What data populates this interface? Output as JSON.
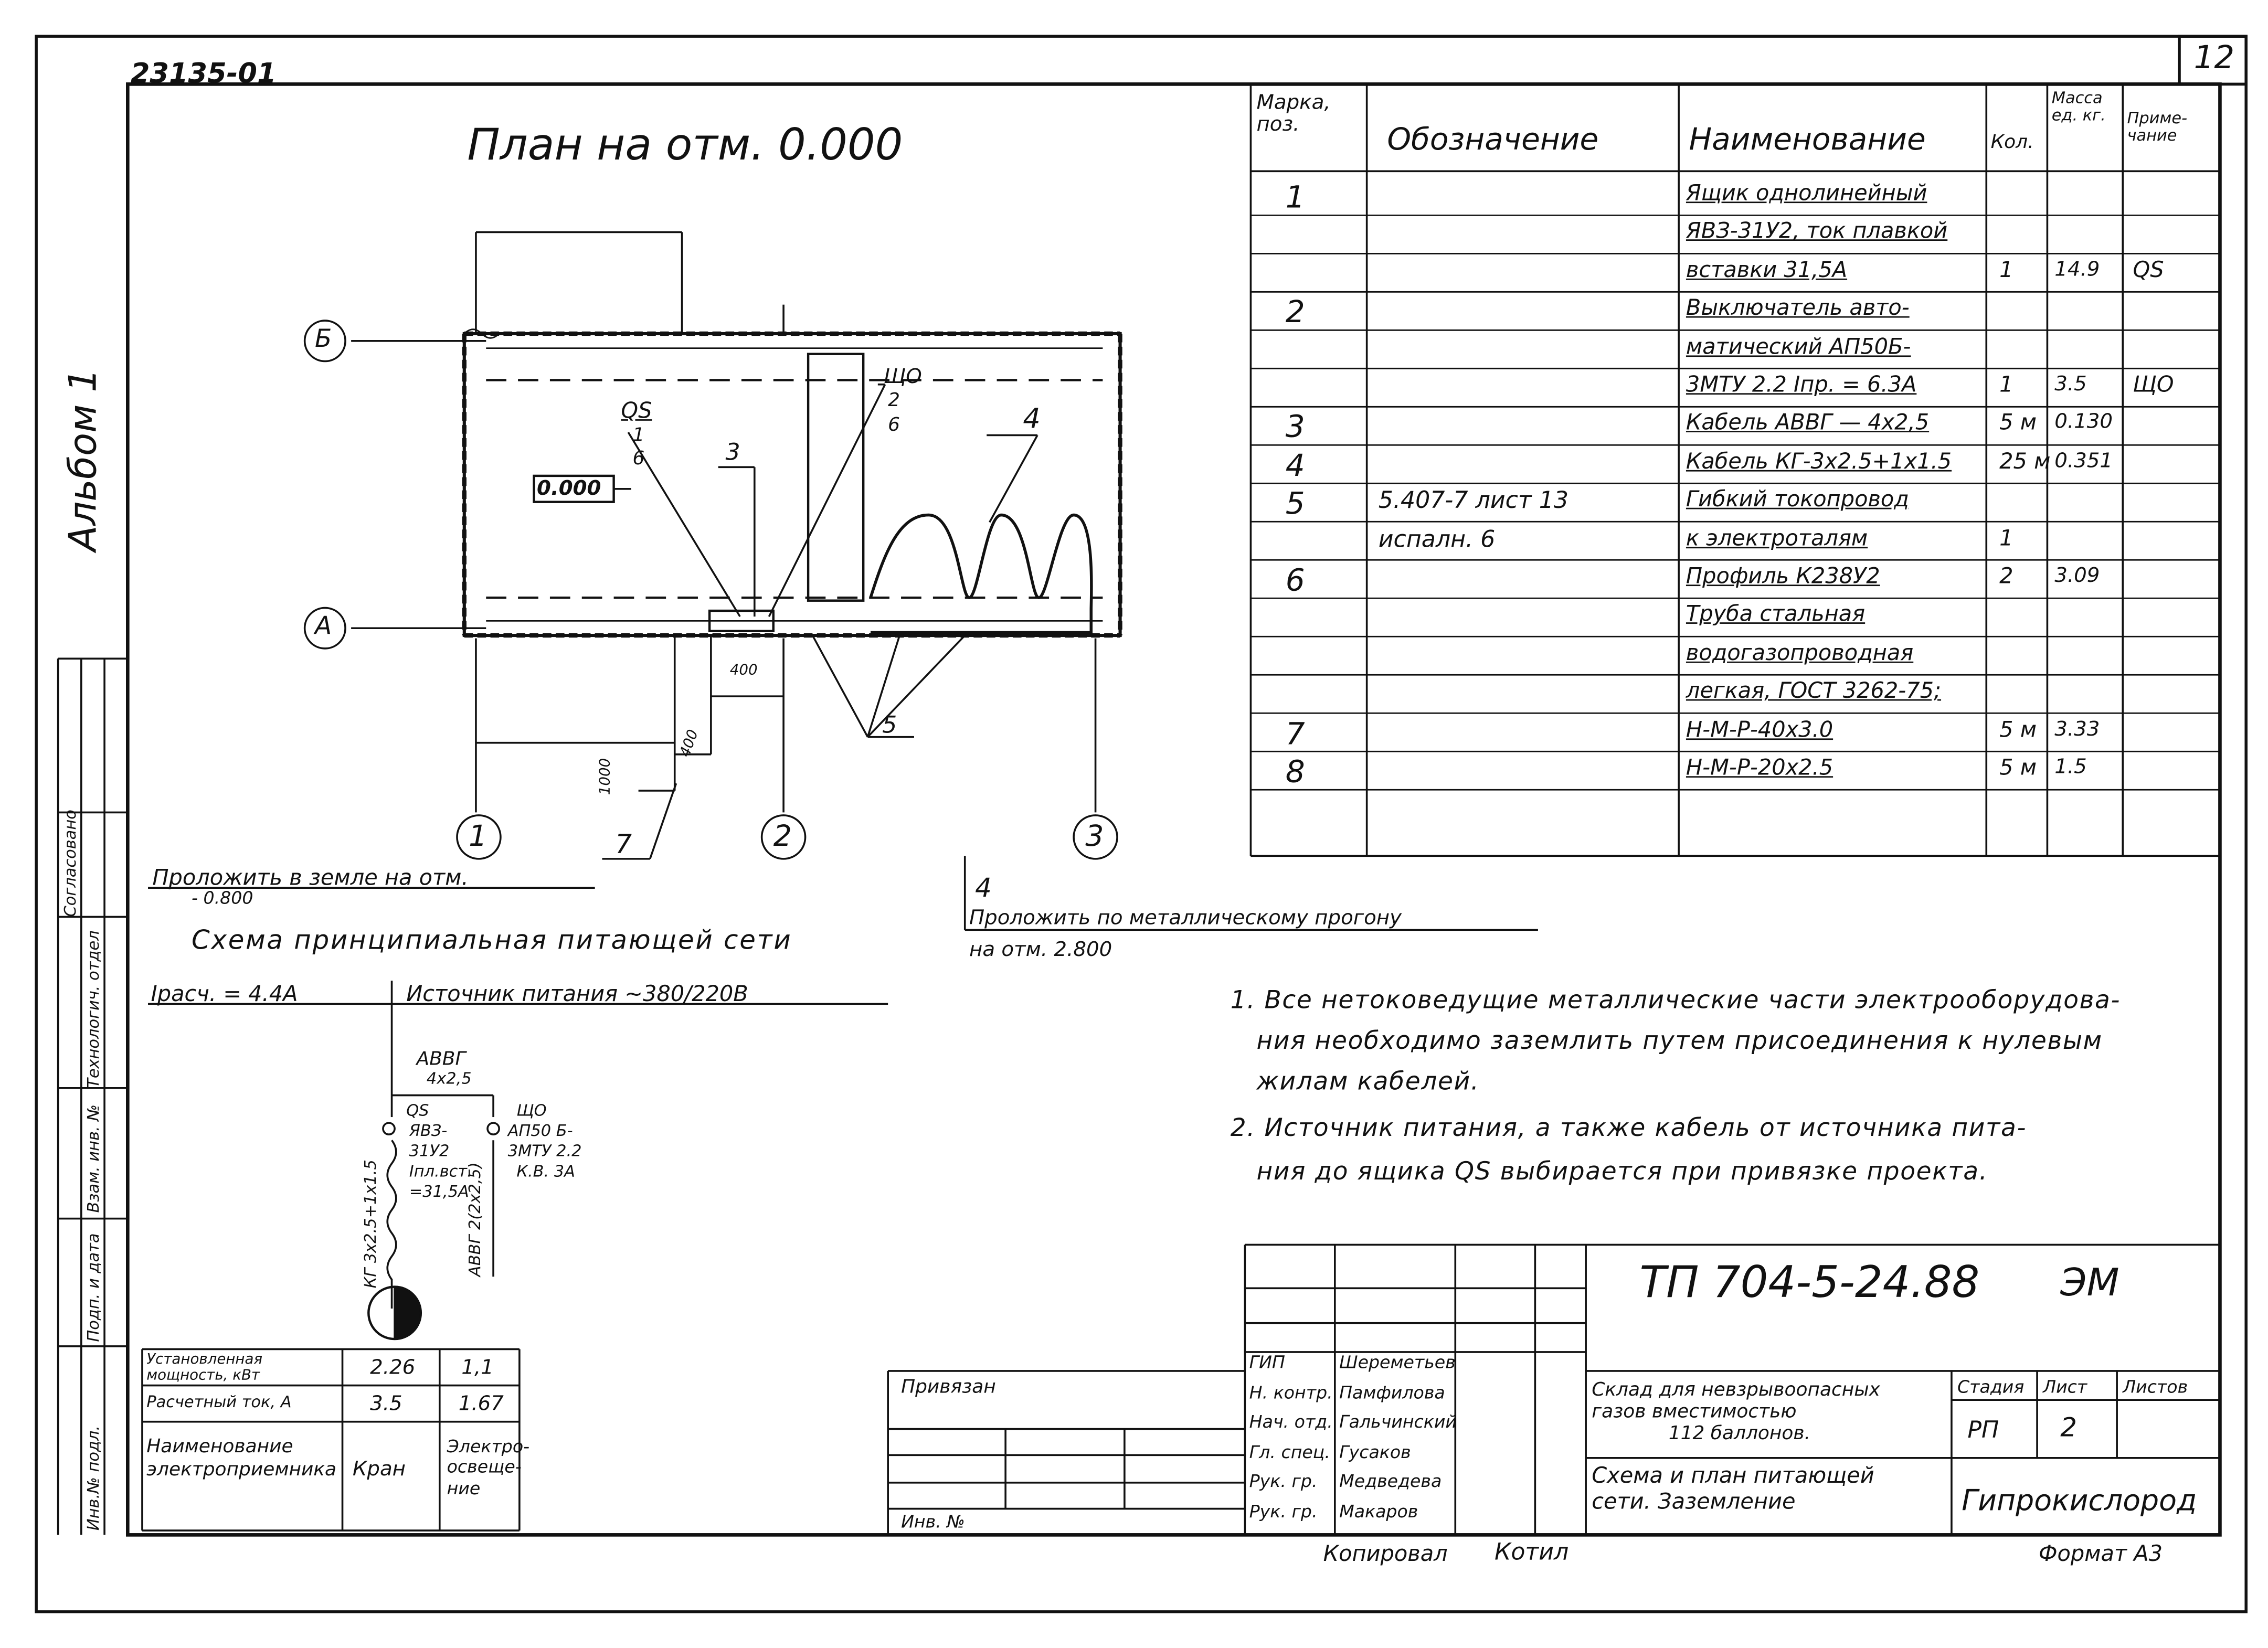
{
  "sheet": {
    "doc_id": "23135-01",
    "page_number": "12",
    "album_label": "Альбом 1",
    "format": "Формат А3",
    "copied_by": "Копировал",
    "copier_signature": "Котил"
  },
  "left_margin_labels": [
    "Согласовано",
    "Технологич. отдел",
    "Инв.№ подл.",
    "Подп. и дата",
    "Взам. инв. №"
  ],
  "plan": {
    "title": "План на отм. 0.000",
    "axes": [
      "Б",
      "А",
      "1",
      "2",
      "3"
    ],
    "elevation": "0.000",
    "callouts": {
      "qs": "QS",
      "qs_sub1": "1",
      "qs_sub2": "6",
      "item3": "3",
      "shch_label": "ЩО",
      "shch_sub1": "2",
      "shch_sub2": "6",
      "item4": "4",
      "item5": "5",
      "item7": "7",
      "dim_400a": "400",
      "dim_400b": "400",
      "dim_1000": "1000"
    },
    "note_ground": "Проложить в земле на отм.",
    "note_ground_elev": "- 0.800",
    "note_beam_num": "4",
    "note_beam": "Проложить по металлическому прогону",
    "note_beam_elev": "на отм. 2.800"
  },
  "schema": {
    "title": "Схема принципиальная питающей сети",
    "i_calc": "Iрасч. = 4.4А",
    "source": "Источник питания ~380/220В",
    "cable_top": "АВВГ",
    "cable_top_size": "4х2,5",
    "qs_block": [
      "QS",
      "ЯВЗ-",
      "31У2",
      "Iпл.вст.",
      "=31,5А"
    ],
    "shch_block": [
      "ЩО",
      "АП50 Б-",
      "3МТУ 2.2",
      "К.В. 3А"
    ],
    "cable_left": "КГ 3х2.5+1х1.5",
    "cable_right": "АВВГ 2(2х2,5)"
  },
  "load_table": {
    "rows": [
      {
        "label": "Установленная мощность, кВт",
        "col1": "2.26",
        "col2": "1,1"
      },
      {
        "label": "Расчетный ток, А",
        "col1": "3.5",
        "col2": "1.67"
      },
      {
        "label": "Наименование электроприемника",
        "col1": "Кран",
        "col2": "Электро-освеще-ние"
      }
    ]
  },
  "spec_table": {
    "headers": [
      "Марка, поз.",
      "Обозначение",
      "Наименование",
      "Кол.",
      "Масса ед. кг.",
      "Приме-чание"
    ],
    "rows": [
      {
        "pos": "1",
        "designation": "",
        "name": "Ящик однолинейный",
        "qty": "",
        "mass": "",
        "note": ""
      },
      {
        "pos": "",
        "designation": "",
        "name": "ЯВЗ-31У2, ток плавкой",
        "qty": "",
        "mass": "",
        "note": ""
      },
      {
        "pos": "",
        "designation": "",
        "name": "вставки 31,5А",
        "qty": "1",
        "mass": "14.9",
        "note": "QS"
      },
      {
        "pos": "2",
        "designation": "",
        "name": "Выключатель авто-",
        "qty": "",
        "mass": "",
        "note": ""
      },
      {
        "pos": "",
        "designation": "",
        "name": "матический АП50Б-",
        "qty": "",
        "mass": "",
        "note": ""
      },
      {
        "pos": "",
        "designation": "",
        "name": "3МТУ 2.2 Iпр. = 6.3А",
        "qty": "1",
        "mass": "3.5",
        "note": "ЩО"
      },
      {
        "pos": "3",
        "designation": "",
        "name": "Кабель АВВГ — 4х2,5",
        "qty": "5 м",
        "mass": "0.130",
        "note": ""
      },
      {
        "pos": "4",
        "designation": "",
        "name": "Кабель КГ-3х2.5+1х1.5",
        "qty": "25 м",
        "mass": "0.351",
        "note": ""
      },
      {
        "pos": "5",
        "designation": "5.407-7 лист 13",
        "name": "Гибкий токопровод",
        "qty": "",
        "mass": "",
        "note": ""
      },
      {
        "pos": "",
        "designation": "испалн. 6",
        "name": "к электроталям",
        "qty": "1",
        "mass": "",
        "note": ""
      },
      {
        "pos": "6",
        "designation": "",
        "name": "Профиль К238У2",
        "qty": "2",
        "mass": "3.09",
        "note": ""
      },
      {
        "pos": "",
        "designation": "",
        "name": "Труба стальная",
        "qty": "",
        "mass": "",
        "note": ""
      },
      {
        "pos": "",
        "designation": "",
        "name": "водогазопроводная",
        "qty": "",
        "mass": "",
        "note": ""
      },
      {
        "pos": "",
        "designation": "",
        "name": "легкая, ГОСТ 3262-75;",
        "qty": "",
        "mass": "",
        "note": ""
      },
      {
        "pos": "7",
        "designation": "",
        "name": "Н-М-Р-40х3.0",
        "qty": "5 м",
        "mass": "3.33",
        "note": ""
      },
      {
        "pos": "8",
        "designation": "",
        "name": "Н-М-Р-20х2.5",
        "qty": "5 м",
        "mass": "1.5",
        "note": ""
      }
    ]
  },
  "notes": [
    "1. Все нетоковедущие металлические части электрооборудова-",
    "ния необходимо заземлить путем присоединения к нулевым",
    "жилам кабелей.",
    "2. Источник питания, а также кабель от источника пита-",
    "ния до ящика QS выбирается при привязке проекта."
  ],
  "title_block": {
    "code": "ТП 704-5-24.88",
    "mark": "ЭМ",
    "privyazan": "Привязан",
    "inv": "Инв. №",
    "roles": [
      "ГИП",
      "Н. контр.",
      "Нач. отд.",
      "Гл. спец.",
      "Рук. гр.",
      "Рук. гр."
    ],
    "names": [
      "Шереметьев",
      "Памфилова",
      "Гальчинский",
      "Гусаков",
      "Медведева",
      "Макаров"
    ],
    "object_name": [
      "Склад для невзрывоопасных",
      "газов вместимостью",
      "112 баллонов."
    ],
    "sheet_name": [
      "Схема и план питающей",
      "сети. Заземление"
    ],
    "stage_label": "Стадия",
    "sheet_label": "Лист",
    "sheets_label": "Листов",
    "stage": "РП",
    "sheet": "2",
    "organization": "Гипрокислород"
  },
  "colors": {
    "ink": "#111111",
    "paper": "#ffffff"
  }
}
